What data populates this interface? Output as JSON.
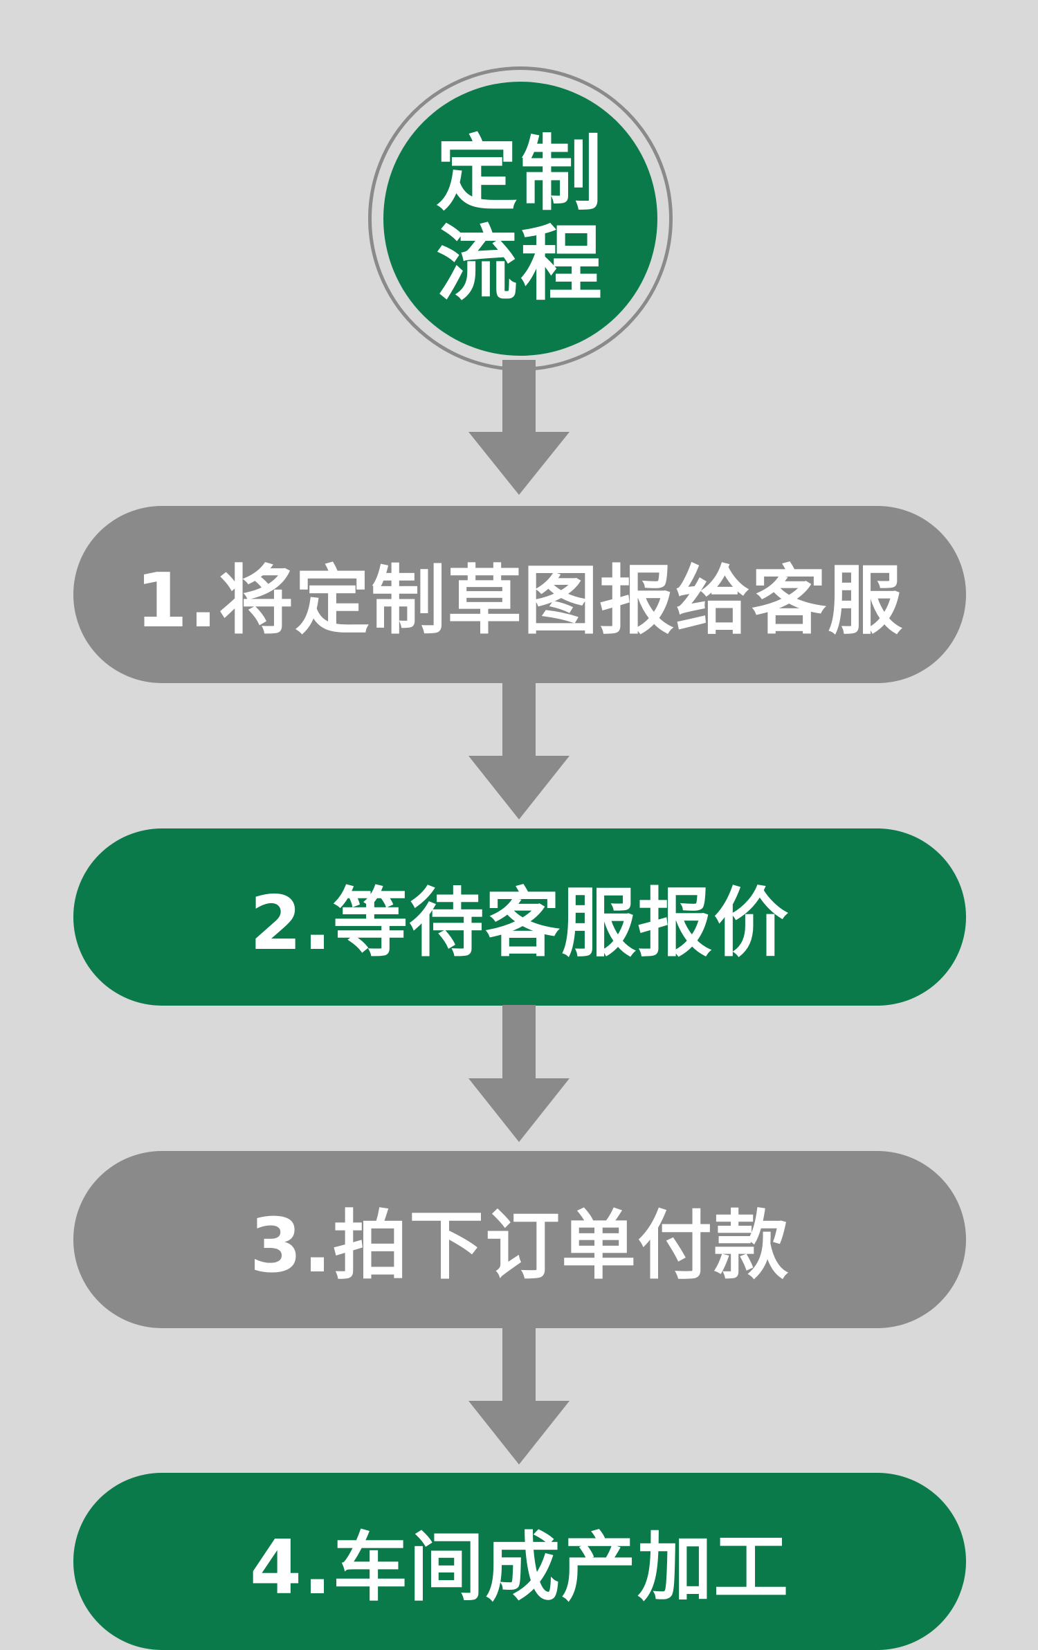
{
  "title": {
    "line1": "定制",
    "line2": "流程"
  },
  "steps": [
    {
      "label": "1.将定制草图报给客服",
      "color": "gray"
    },
    {
      "label": "2.等待客服报价",
      "color": "green"
    },
    {
      "label": "3.拍下订单付款",
      "color": "gray"
    },
    {
      "label": "4.车间成产加工",
      "color": "green"
    }
  ],
  "colors": {
    "background": "#d9d9d9",
    "green": "#0b7a4b",
    "gray": "#8a8a8a",
    "text": "#ffffff"
  },
  "icons": {
    "connector": "down-arrow-icon"
  }
}
